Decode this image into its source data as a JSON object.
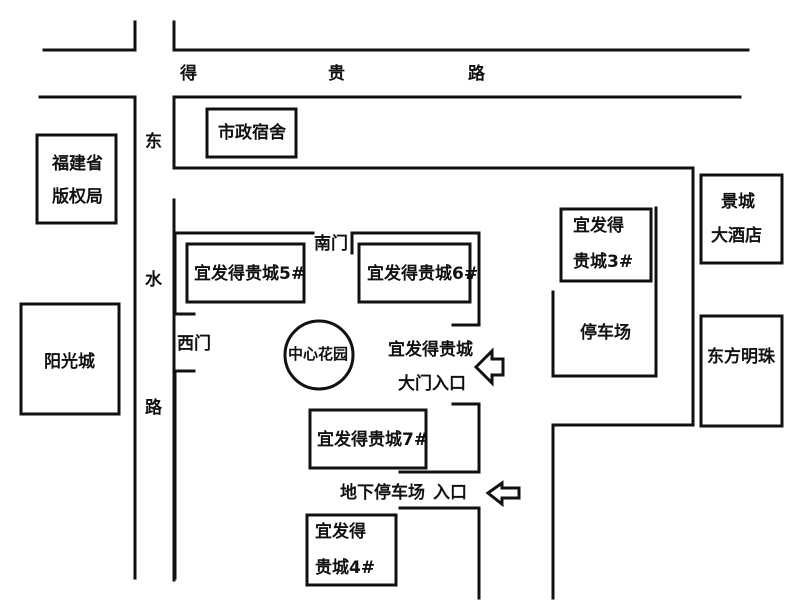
{
  "roads": {
    "degui_road": [
      "得",
      "贵",
      "路"
    ],
    "dongshui_road": [
      "东",
      "水",
      "路"
    ]
  },
  "buildings": {
    "shizheng": "市政宿舍",
    "fujian_line1": "福建省",
    "fujian_line2": "版权局",
    "yangguang": "阳光城",
    "jingcheng_line1": "景城",
    "jingcheng_line2": "大酒店",
    "dongfang": "东方明珠",
    "b5": "宜发得贵城5#",
    "b6": "宜发得贵城6#",
    "b7": "宜发得贵城7#",
    "b3_line1": "宜发得",
    "b3_line2": "贵城3#",
    "b4_line1": "宜发得",
    "b4_line2": "贵城4#",
    "parking": "停车场",
    "garden": "中心花园"
  },
  "gates": {
    "south": "南门",
    "west": "西门",
    "main_line1": "宜发得贵城",
    "main_line2": "大门入口",
    "underground_parking": "地下停车场",
    "underground_entry": "入口"
  },
  "icons": {
    "main_entry_arrow": "arrow-left-outline",
    "parking_entry_arrow": "arrow-left-outline"
  }
}
